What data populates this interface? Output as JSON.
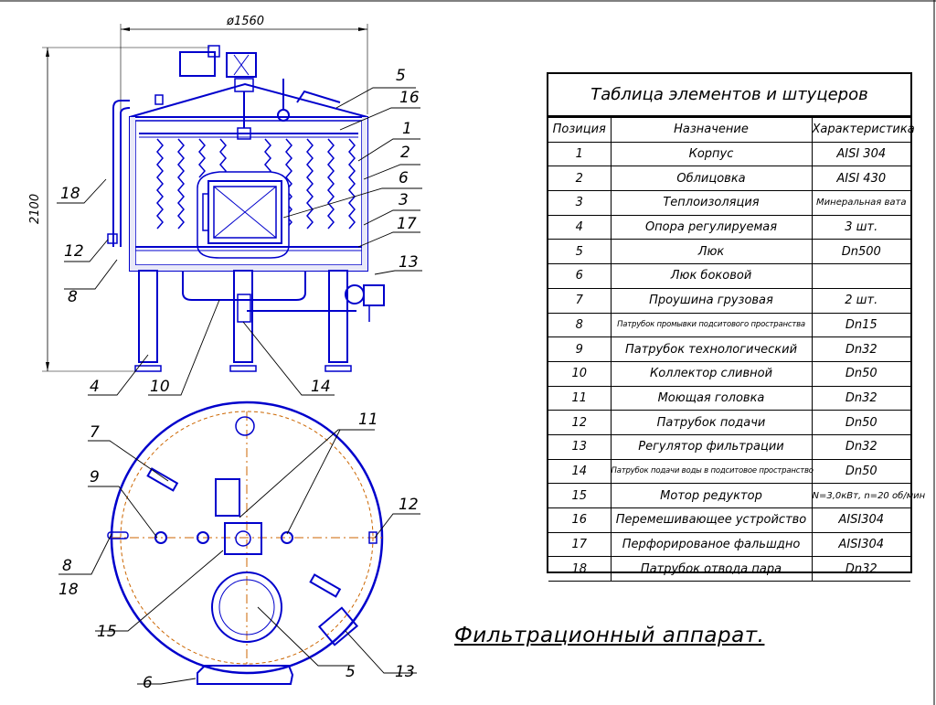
{
  "dimensions": {
    "width": "ø1560",
    "height": "2100"
  },
  "callouts_front": [
    "5",
    "16",
    "1",
    "2",
    "6",
    "3",
    "17",
    "18",
    "12",
    "8",
    "13",
    "4",
    "10",
    "14"
  ],
  "callouts_plan": [
    "7",
    "11",
    "9",
    "12",
    "8",
    "18",
    "15",
    "5",
    "13",
    "6"
  ],
  "table": {
    "title": "Таблица элементов и штуцеров",
    "headers": [
      "Позиция",
      "Назначение",
      "Характеристика"
    ],
    "rows": [
      [
        "1",
        "Корпус",
        "AISI 304"
      ],
      [
        "2",
        "Облицовка",
        "AISI 430"
      ],
      [
        "3",
        "Теплоизоляция",
        "Минеральная вата"
      ],
      [
        "4",
        "Опора регулируемая",
        "3 шт."
      ],
      [
        "5",
        "Люк",
        "Dn500"
      ],
      [
        "6",
        "Люк боковой",
        ""
      ],
      [
        "7",
        "Проушина грузовая",
        "2 шт."
      ],
      [
        "8",
        "Патрубок промывки подситового пространства",
        "Dn15"
      ],
      [
        "9",
        "Патрубок технологический",
        "Dn32"
      ],
      [
        "10",
        "Коллектор сливной",
        "Dn50"
      ],
      [
        "11",
        "Моющая головка",
        "Dn32"
      ],
      [
        "12",
        "Патрубок подачи",
        "Dn50"
      ],
      [
        "13",
        "Регулятор фильтрации",
        "Dn32"
      ],
      [
        "14",
        "Патрубок подачи воды в подситовое пространство",
        "Dn50"
      ],
      [
        "15",
        "Мотор редуктор",
        "N=3,0кВт, n=20 об/мин"
      ],
      [
        "16",
        "Перемешивающее устройство",
        "AISI304"
      ],
      [
        "17",
        "Перфорированое фальшдно",
        "AISI304"
      ],
      [
        "18",
        "Патрубок отвода пара",
        "Dn32"
      ]
    ]
  },
  "caption": "Фильтрационный аппарат.",
  "colors": {
    "outline": "#0000cc",
    "axis": "#cc6600",
    "lines": "#000000"
  }
}
